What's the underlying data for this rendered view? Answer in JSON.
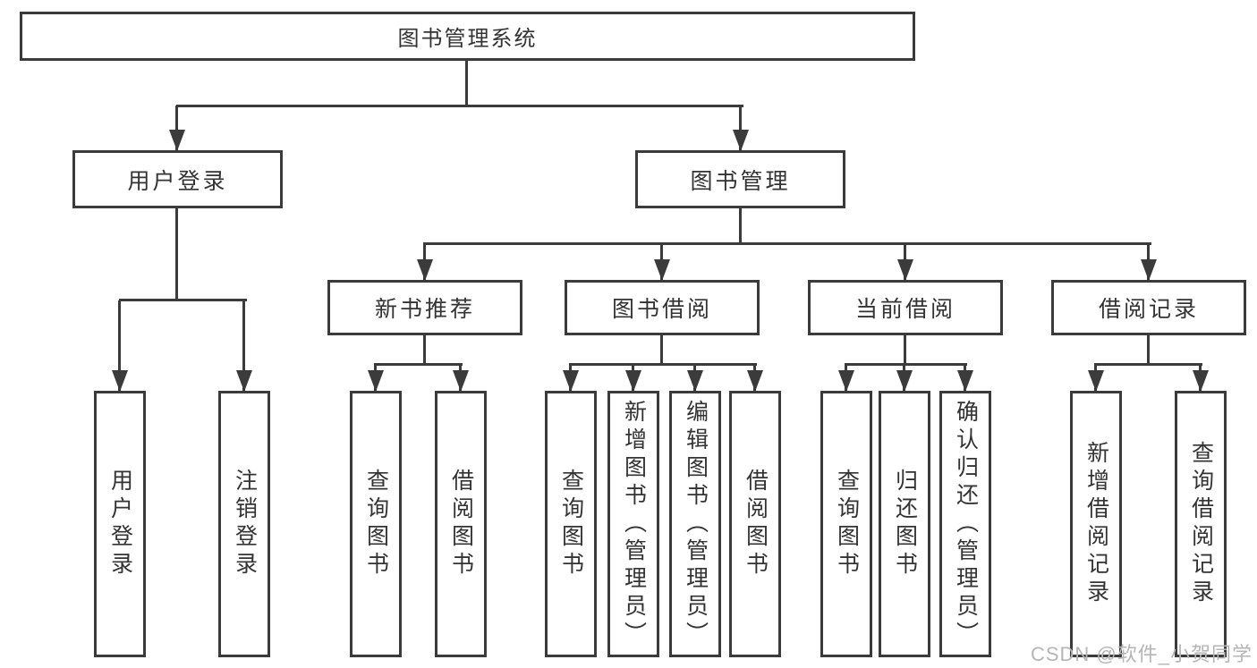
{
  "diagram": {
    "root": "图书管理系统",
    "level2": [
      "用户登录",
      "图书管理"
    ],
    "level3": [
      "新书推荐",
      "图书借阅",
      "当前借阅",
      "借阅记录"
    ],
    "leaves": {
      "login": [
        "用户登录",
        "注销登录"
      ],
      "recommend": [
        "查询图书",
        "借阅图书"
      ],
      "borrow": [
        "查询图书",
        "新增图书（管理员）",
        "编辑图书（管理员）",
        "借阅图书"
      ],
      "current": [
        "查询图书",
        "归还图书",
        "确认归还（管理员）"
      ],
      "records": [
        "新增借阅记录",
        "查询借阅记录"
      ]
    }
  },
  "watermark": "CSDN @软件_小贺同学"
}
